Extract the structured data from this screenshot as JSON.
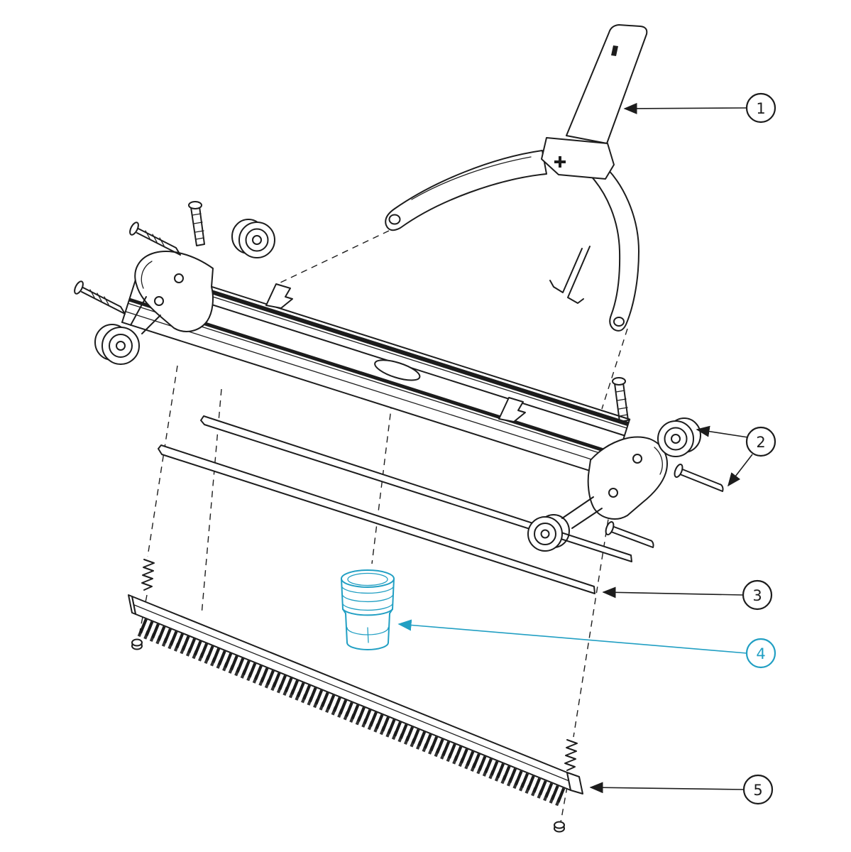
{
  "figure": {
    "kind": "exploded-parts-diagram",
    "background_color": "#ffffff",
    "line_color": "#1c1c1c",
    "accent_color": "#219fc3",
    "callouts": [
      {
        "number": "1",
        "highlighted": false
      },
      {
        "number": "2",
        "highlighted": false
      },
      {
        "number": "3",
        "highlighted": false
      },
      {
        "number": "4",
        "highlighted": true
      },
      {
        "number": "5",
        "highlighted": false
      }
    ]
  }
}
